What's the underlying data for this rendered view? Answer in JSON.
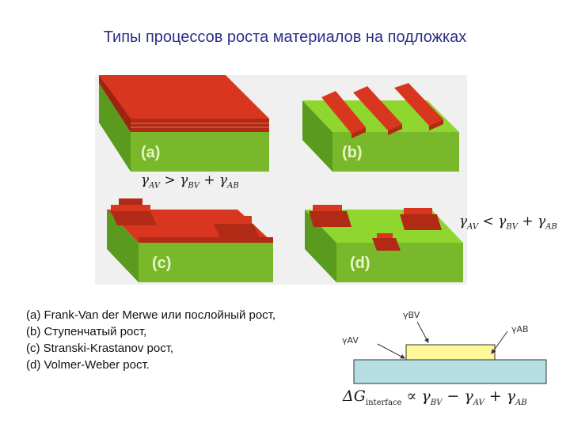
{
  "title": "Типы процессов роста материалов на подложках",
  "panels": [
    {
      "label": "(a)"
    },
    {
      "label": "(b)"
    },
    {
      "label": "(c)"
    },
    {
      "label": "(d)"
    }
  ],
  "formulas": {
    "layer_growth": {
      "lhs": "γ",
      "lhs_sub": "AV",
      "op": ">",
      "t1": "γ",
      "t1_sub": "BV",
      "plus": "+",
      "t2": "γ",
      "t2_sub": "AB"
    },
    "island_growth": {
      "lhs": "γ",
      "lhs_sub": "AV",
      "op": "<",
      "t1": "γ",
      "t1_sub": "BV",
      "plus": "+",
      "t2": "γ",
      "t2_sub": "AB"
    }
  },
  "legend": [
    "(a) Frank-Van der Merwe или послойный рост,",
    "(b) Ступенчатый рост,",
    "(c) Stranski-Krastanov рост,",
    "(d) Volmer-Weber рост."
  ],
  "interface_diagram": {
    "labels": {
      "gamma_bv": "γBV",
      "gamma_av": "γAV",
      "gamma_ab": "γAB"
    },
    "equation": {
      "delta_g": "ΔG",
      "sub": "interface",
      "prop": "∝",
      "t1": "γ",
      "t1_sub": "BV",
      "minus": "−",
      "t2": "γ",
      "t2_sub": "AV",
      "plus": "+",
      "t3": "γ",
      "t3_sub": "AB"
    }
  },
  "colors": {
    "title": "#2b2f87",
    "substrate_top": "#8fd62e",
    "substrate_front": "#79b82a",
    "substrate_side": "#5a9a1e",
    "film_top": "#d8361e",
    "film_front": "#b02a16",
    "panel_background": "#f0f0f0",
    "layer_block": "#fff79a",
    "base_block": "#b5dee3"
  }
}
